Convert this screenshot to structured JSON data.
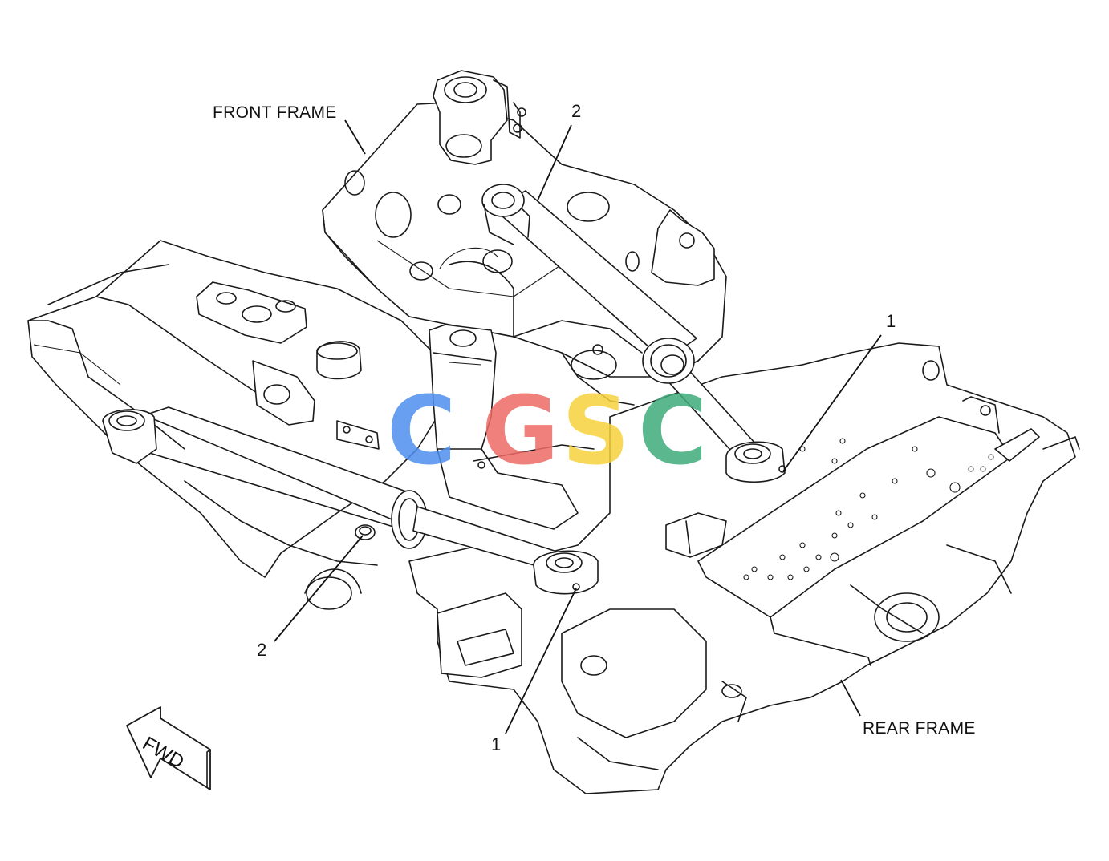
{
  "labels": {
    "front_frame": "FRONT FRAME",
    "rear_frame": "REAR FRAME",
    "fwd": "FWD"
  },
  "callouts": {
    "top_2": "2",
    "right_1": "1",
    "left_2": "2",
    "bottom_1": "1"
  },
  "watermark": {
    "letters": [
      "C",
      "G",
      "S",
      "C"
    ],
    "colors": [
      "#4f8fee",
      "#ee6b66",
      "#f6d23c",
      "#3fab7a"
    ]
  }
}
